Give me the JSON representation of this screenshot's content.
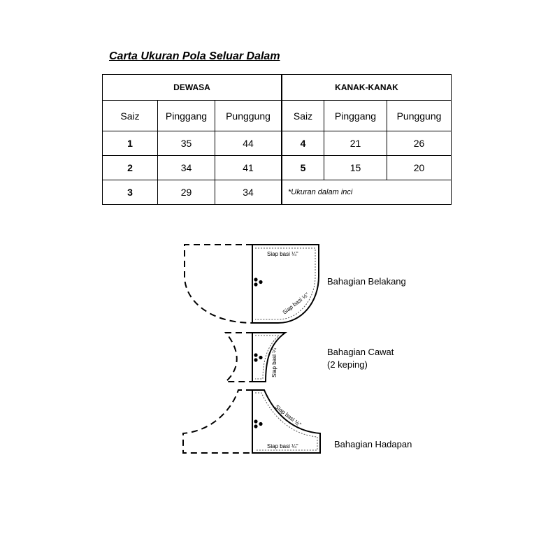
{
  "title": "Carta Ukuran Pola Seluar Dalam",
  "table": {
    "dewasa": {
      "heading": "DEWASA",
      "columns": [
        "Saiz",
        "Pinggang",
        "Punggung"
      ],
      "rows": [
        [
          "1",
          "35",
          "44"
        ],
        [
          "2",
          "34",
          "41"
        ],
        [
          "3",
          "29",
          "34"
        ]
      ]
    },
    "kanak": {
      "heading": "KANAK-KANAK",
      "columns": [
        "Saiz",
        "Pinggang",
        "Punggung"
      ],
      "rows": [
        [
          "4",
          "21",
          "26"
        ],
        [
          "5",
          "15",
          "20"
        ]
      ],
      "note": "*Ukuran  dalam inci"
    }
  },
  "pattern": {
    "back": {
      "label": "Bahagian Belakang",
      "seam_top": "Siap basi ¼\"",
      "seam_curve": "Siap basi ½\""
    },
    "gusset": {
      "label_line1": "Bahagian Cawat",
      "label_line2": "(2 keping)",
      "seam": "Siap basi ¼\""
    },
    "front": {
      "label": "Bahagian Hadapan",
      "seam_curve": "Siap basi ½\"",
      "seam_bottom": "Siap basi ¼\""
    }
  }
}
